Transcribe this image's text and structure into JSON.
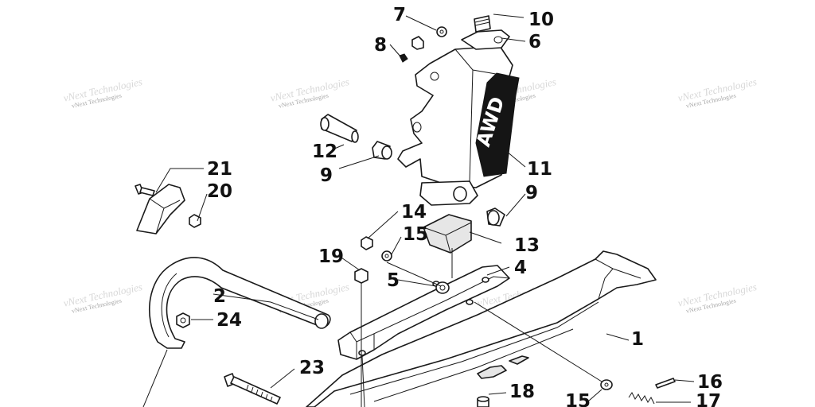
{
  "watermark": {
    "text": "vNext Technologies"
  },
  "callouts": [
    {
      "id": "c1",
      "label": "1"
    },
    {
      "id": "c2",
      "label": "2"
    },
    {
      "id": "c4",
      "label": "4"
    },
    {
      "id": "c5",
      "label": "5"
    },
    {
      "id": "c6",
      "label": "6"
    },
    {
      "id": "c7",
      "label": "7"
    },
    {
      "id": "c8",
      "label": "8"
    },
    {
      "id": "c9a",
      "label": "9"
    },
    {
      "id": "c9b",
      "label": "9"
    },
    {
      "id": "c10",
      "label": "10"
    },
    {
      "id": "c11",
      "label": "11"
    },
    {
      "id": "c12",
      "label": "12"
    },
    {
      "id": "c13",
      "label": "13"
    },
    {
      "id": "c14",
      "label": "14"
    },
    {
      "id": "c15a",
      "label": "15"
    },
    {
      "id": "c15b",
      "label": "15"
    },
    {
      "id": "c16",
      "label": "16"
    },
    {
      "id": "c17",
      "label": "17"
    },
    {
      "id": "c18",
      "label": "18"
    },
    {
      "id": "c19",
      "label": "19"
    },
    {
      "id": "c20",
      "label": "20"
    },
    {
      "id": "c21",
      "label": "21"
    },
    {
      "id": "c23",
      "label": "23"
    },
    {
      "id": "c24",
      "label": "24"
    }
  ],
  "spindle_graphic_text": "AWD"
}
